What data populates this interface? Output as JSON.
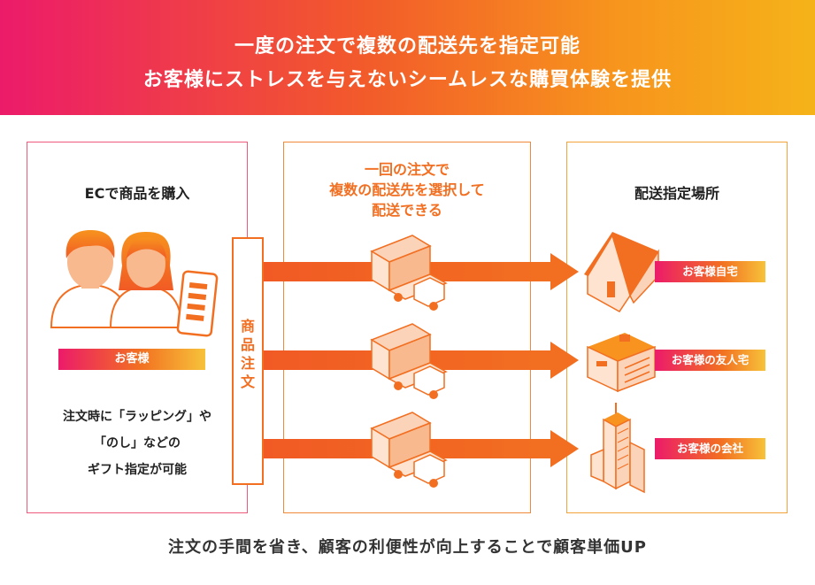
{
  "header": {
    "line1": "一度の注文で複数の配送先を指定可能",
    "line2": "お客様にストレスを与えないシームレスな購買体験を提供"
  },
  "left_panel": {
    "title": "ECで商品を購入",
    "customer_label": "お客様",
    "note_lines": [
      "注文時に「ラッピング」や",
      "「のし」などの",
      "ギフト指定が可能"
    ]
  },
  "order_box": {
    "label": "商品注文"
  },
  "middle_panel": {
    "title_lines": [
      "一回の注文で",
      "複数の配送先を選択して",
      "配送できる"
    ]
  },
  "right_panel": {
    "title": "配送指定場所",
    "destinations": [
      {
        "label": "お客様自宅",
        "icon": "house-icon"
      },
      {
        "label": "お客様の友人宅",
        "icon": "building-icon"
      },
      {
        "label": "お客様の会社",
        "icon": "office-tower-icon"
      }
    ]
  },
  "footer": {
    "text": "注文の手間を省き、顧客の利便性が向上することで顧客単価UP"
  },
  "colors": {
    "accent_orange": "#f26f21",
    "gradient_start": "#ec1b6a",
    "gradient_end": "#f6b319",
    "text_dark": "#222222"
  }
}
